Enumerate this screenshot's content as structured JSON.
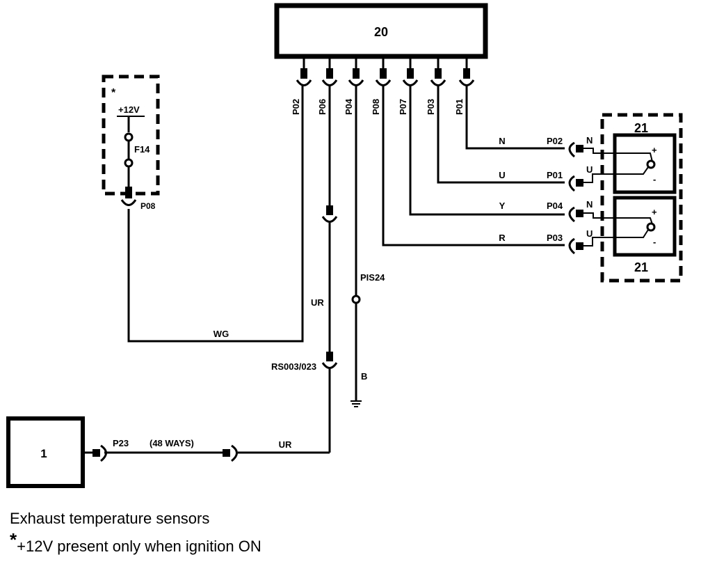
{
  "components": {
    "c20": {
      "label": "20"
    },
    "c21_top": {
      "label": "21"
    },
    "c21_bottom": {
      "label": "21"
    },
    "c1": {
      "label": "1"
    }
  },
  "ecu_pins": [
    "P02",
    "P06",
    "P04",
    "P08",
    "P07",
    "P03",
    "P01"
  ],
  "fuse_box": {
    "star": "*",
    "supply": "+12V",
    "fuse": "F14",
    "pin": "P08"
  },
  "wires": {
    "n": "N",
    "u": "U",
    "y": "Y",
    "r": "R",
    "wg": "WG",
    "ur_vertical": "UR",
    "ur_bottom": "UR",
    "b": "B"
  },
  "sensor_pins": [
    "P02",
    "P01",
    "P04",
    "P03"
  ],
  "sensor_terminals": [
    "N",
    "U",
    "N",
    "U"
  ],
  "sensor_polarity": {
    "plus": "+",
    "minus": "-"
  },
  "splice": "PIS24",
  "connector_rs": "RS003/023",
  "connector_p23": "P23",
  "ways": "(48 WAYS)",
  "caption": {
    "title": "Exhaust temperature sensors",
    "star": "*",
    "note": "+12V present only when ignition ON"
  }
}
